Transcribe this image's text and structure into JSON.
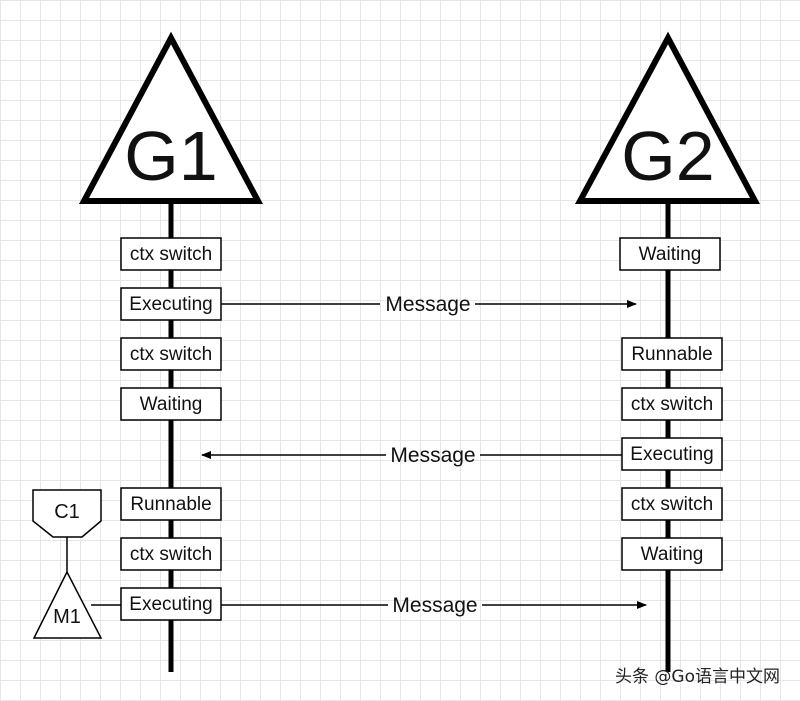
{
  "goroutines": [
    {
      "id": "g1",
      "label": "G1",
      "states": [
        "ctx switch",
        "Executing",
        "ctx switch",
        "Waiting",
        "Runnable",
        "ctx switch",
        "Executing"
      ]
    },
    {
      "id": "g2",
      "label": "G2",
      "states": [
        "Waiting",
        "Runnable",
        "ctx switch",
        "Executing",
        "ctx switch",
        "Waiting"
      ]
    }
  ],
  "messages": [
    {
      "label": "Message",
      "from": "g1",
      "to": "g2"
    },
    {
      "label": "Message",
      "from": "g2",
      "to": "g1"
    },
    {
      "label": "Message",
      "from": "g1",
      "to": "g2"
    }
  ],
  "machine": {
    "c_label": "C1",
    "m_label": "M1"
  },
  "watermark": "头条 @Go语言中文网"
}
